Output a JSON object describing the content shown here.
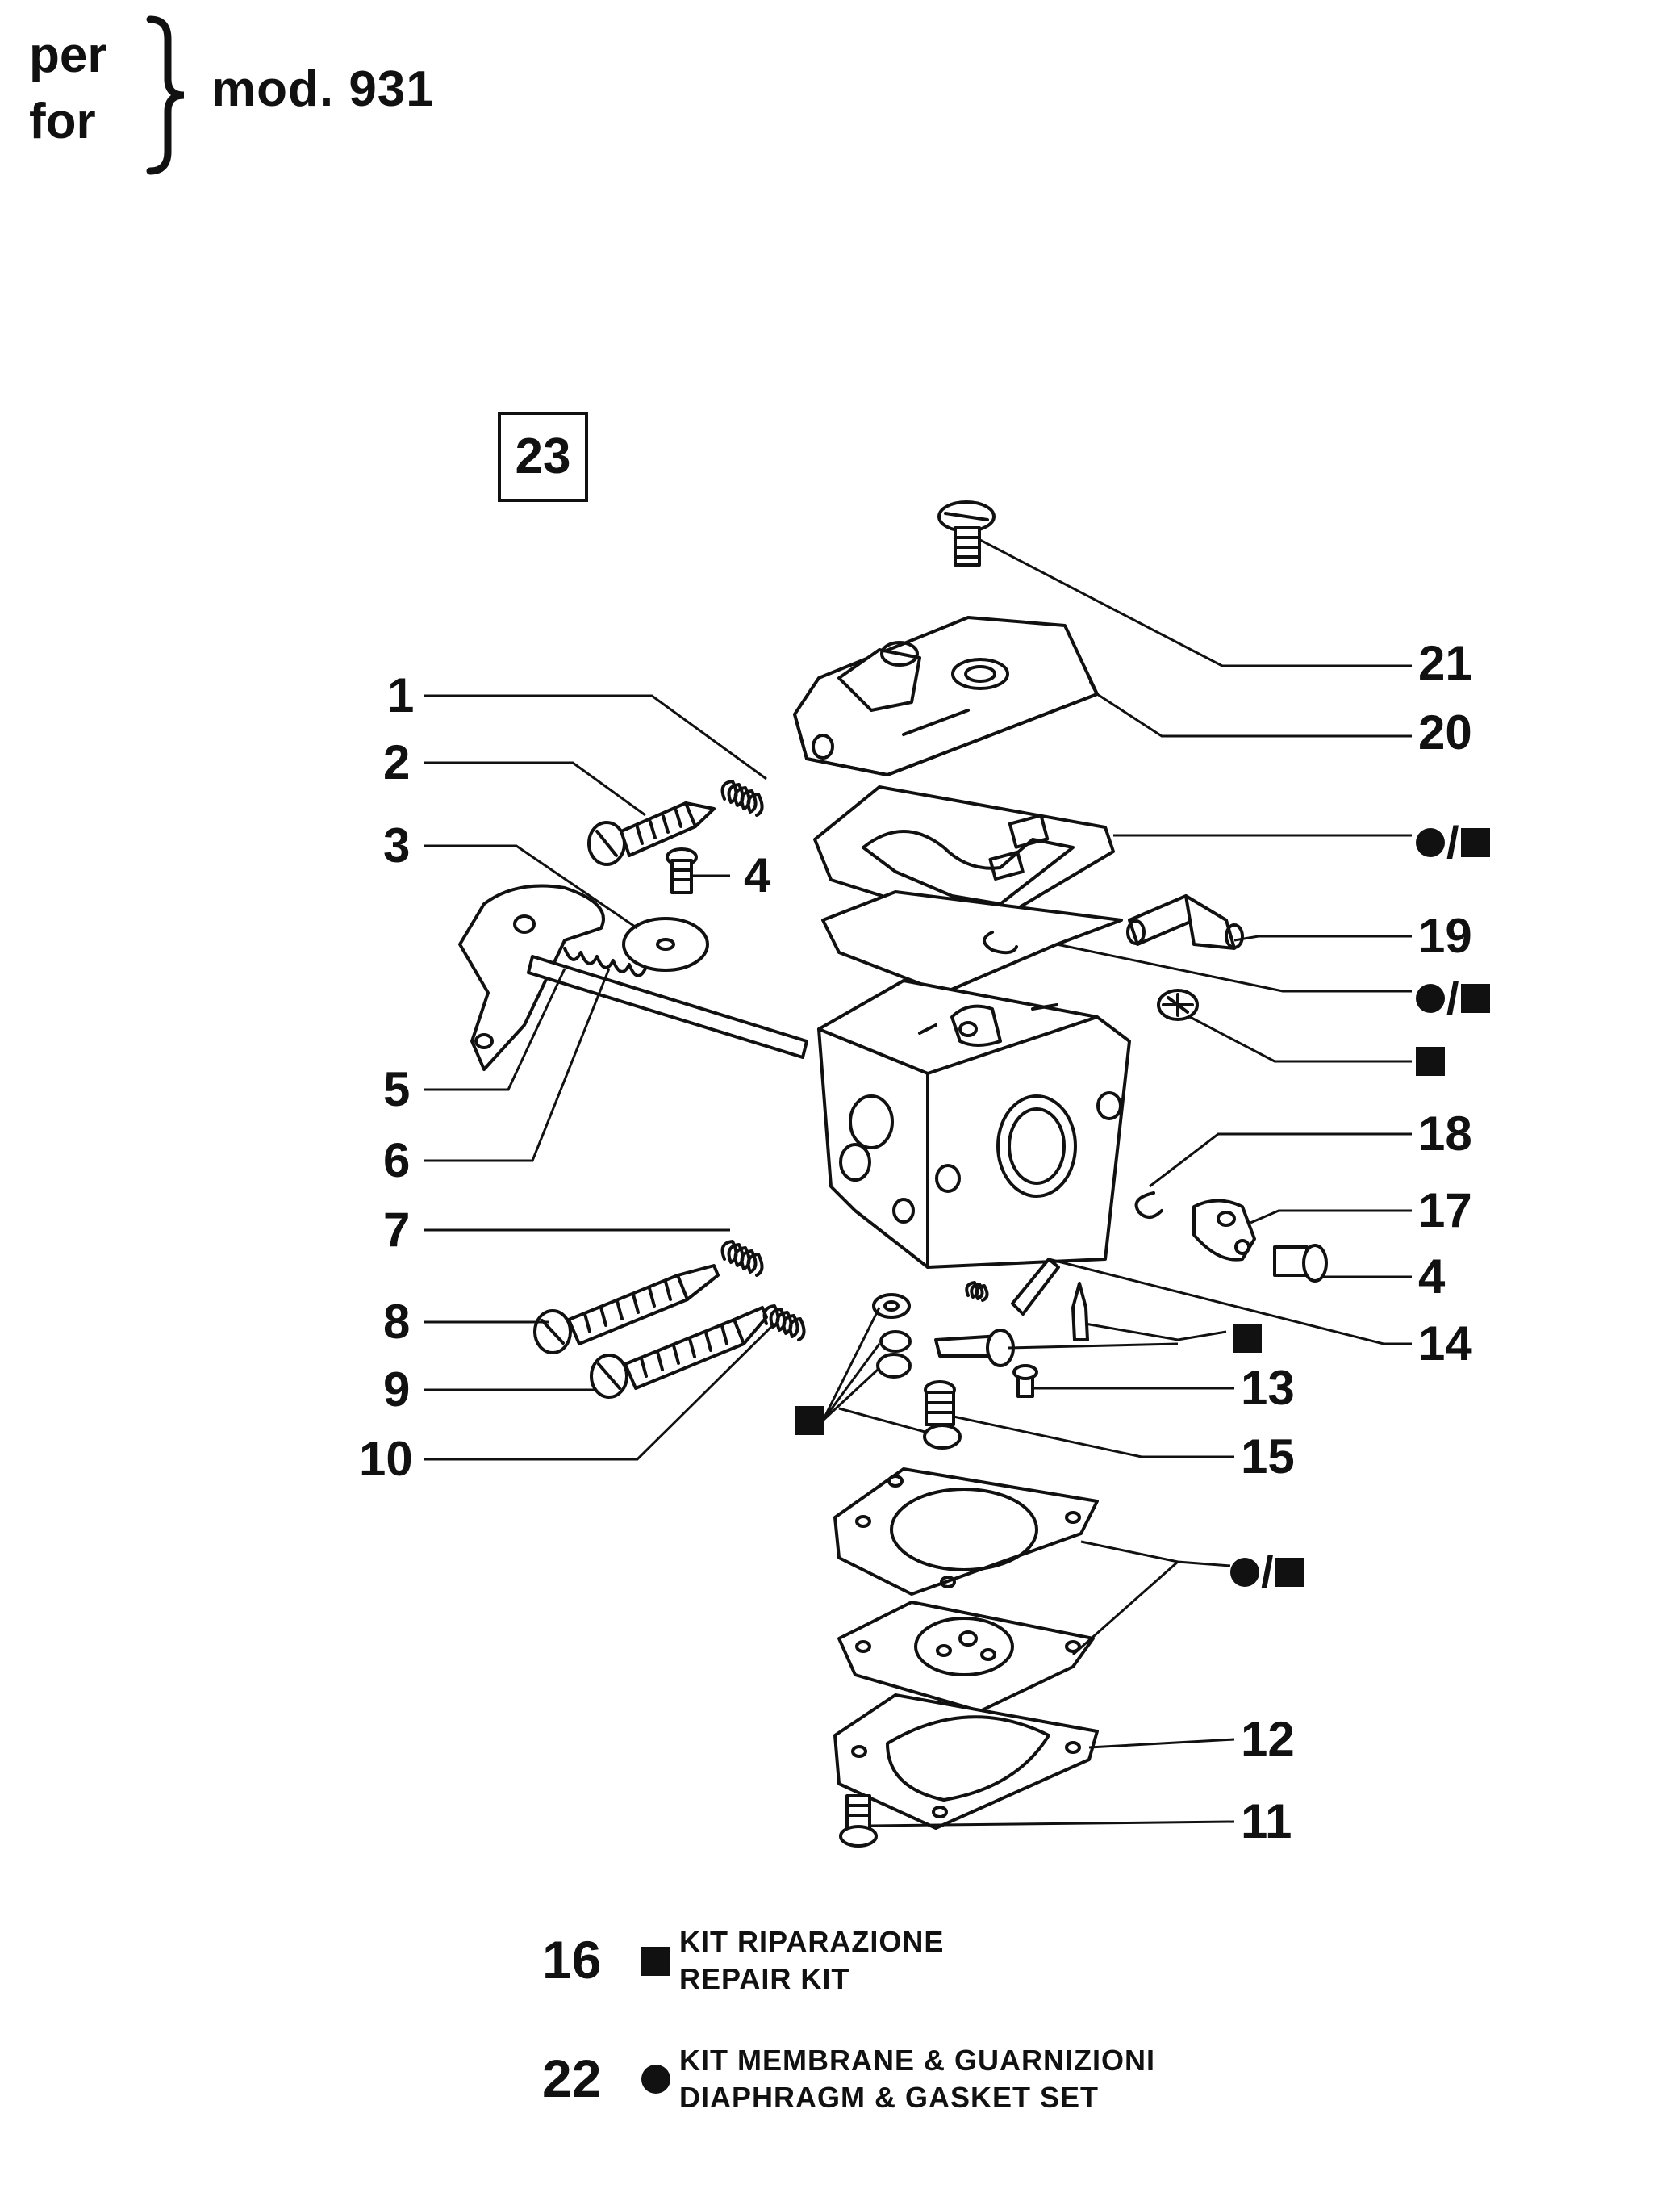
{
  "header": {
    "per": "per",
    "for": "for",
    "model": "mod. 931"
  },
  "page_number": "23",
  "callouts": {
    "c1": "1",
    "c2": "2",
    "c3": "3",
    "c4a": "4",
    "c4b": "4",
    "c5": "5",
    "c6": "6",
    "c7": "7",
    "c8": "8",
    "c9": "9",
    "c10": "10",
    "c11": "11",
    "c12": "12",
    "c13": "13",
    "c14": "14",
    "c15": "15",
    "c17": "17",
    "c18": "18",
    "c19": "19",
    "c20": "20",
    "c21": "21"
  },
  "legend": {
    "repair_kit": {
      "number": "16",
      "line1": "KIT RIPARAZIONE",
      "line2": "REPAIR KIT"
    },
    "gasket_set": {
      "number": "22",
      "line1": "KIT MEMBRANE & GUARNIZIONI",
      "line2": "DIAPHRAGM & GASKET SET"
    }
  }
}
